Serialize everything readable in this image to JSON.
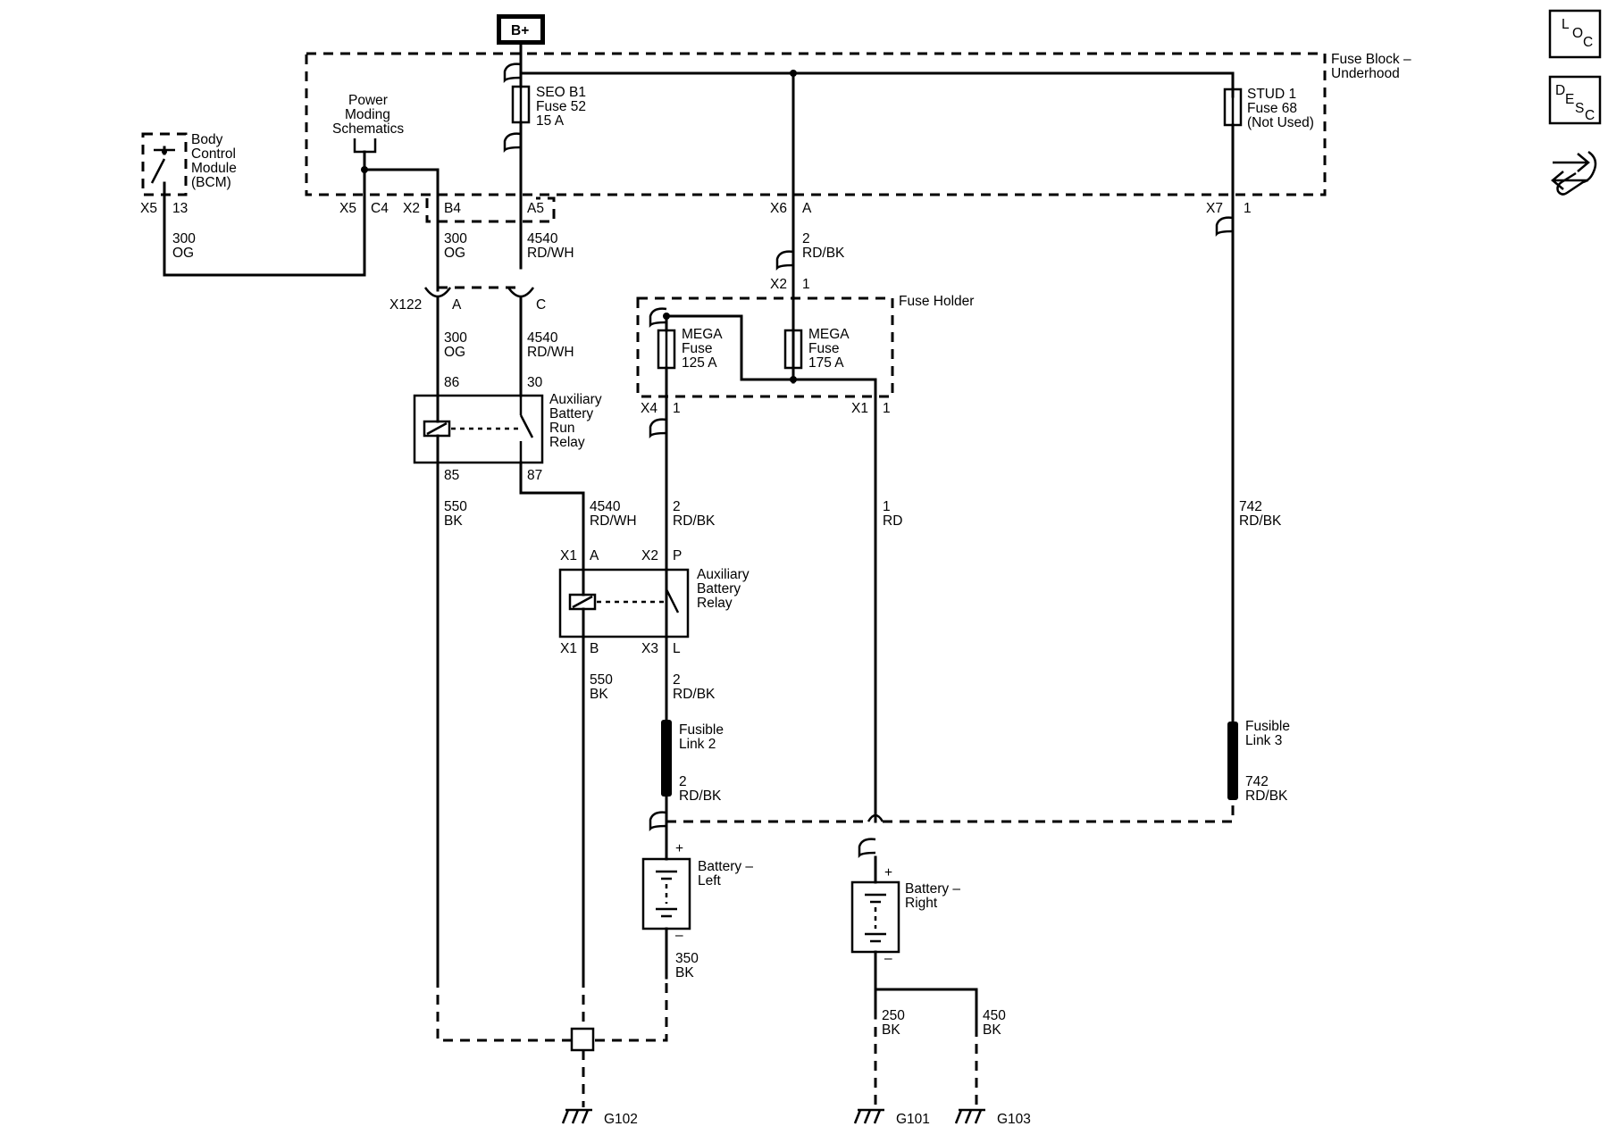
{
  "nav": {
    "loc": {
      "l": "L",
      "o": "O",
      "c": "C"
    },
    "desc": {
      "d": "D",
      "e": "E",
      "s": "S",
      "c": "C"
    },
    "nav_icon": "bidirectional-arrow-wrench-icon"
  },
  "power": {
    "bplus": "B+"
  },
  "fuse_block": {
    "label1": "Fuse Block –",
    "label2": "Underhood"
  },
  "fuse_holder": {
    "label": "Fuse Holder"
  },
  "fuses": {
    "seo": {
      "l1": "SEO B1",
      "l2": "Fuse 52",
      "l3": "15 A"
    },
    "stud": {
      "l1": "STUD 1",
      "l2": "Fuse 68",
      "l3": "(Not Used)"
    },
    "mega125": {
      "l1": "MEGA",
      "l2": "Fuse",
      "l3": "125 A"
    },
    "mega175": {
      "l1": "MEGA",
      "l2": "Fuse",
      "l3": "175 A"
    }
  },
  "bcm": {
    "l1": "Body",
    "l2": "Control",
    "l3": "Module",
    "l4": "(BCM)",
    "conn": "X5",
    "pin": "13"
  },
  "power_moding": {
    "l1": "Power",
    "l2": "Moding",
    "l3": "Schematics"
  },
  "connectors": {
    "x5": "X5",
    "c4": "C4",
    "x2": "X2",
    "b4": "B4",
    "a5": "A5",
    "x6": "X6",
    "x6pin": "A",
    "x7": "X7",
    "x7pin": "1",
    "x122": "X122",
    "x122a": "A",
    "x122c": "C",
    "x2h": "X2",
    "x2hpin": "1",
    "x4": "X4",
    "x4pin": "1",
    "x1h": "X1",
    "x1hpin": "1"
  },
  "wires": {
    "w300_bcm": {
      "num": "300",
      "color": "OG"
    },
    "w300_b4": {
      "num": "300",
      "color": "OG"
    },
    "w4540_a5": {
      "num": "4540",
      "color": "RD/WH"
    },
    "w2_x6": {
      "num": "2",
      "color": "RD/BK"
    },
    "w300_relay": {
      "num": "300",
      "color": "OG"
    },
    "w4540_relay": {
      "num": "4540",
      "color": "RD/WH"
    },
    "w550_85": {
      "num": "550",
      "color": "BK"
    },
    "w4540_87": {
      "num": "4540",
      "color": "RD/WH"
    },
    "w2_x4": {
      "num": "2",
      "color": "RD/BK"
    },
    "w1_rd": {
      "num": "1",
      "color": "RD"
    },
    "w742_top": {
      "num": "742",
      "color": "RD/BK"
    },
    "w550_b": {
      "num": "550",
      "color": "BK"
    },
    "w2_l": {
      "num": "2",
      "color": "RD/BK"
    },
    "w2_fl2": {
      "num": "2",
      "color": "RD/BK"
    },
    "w742_fl3": {
      "num": "742",
      "color": "RD/BK"
    },
    "w350": {
      "num": "350",
      "color": "BK"
    },
    "w250": {
      "num": "250",
      "color": "BK"
    },
    "w450": {
      "num": "450",
      "color": "BK"
    }
  },
  "run_relay": {
    "l1": "Auxiliary",
    "l2": "Battery",
    "l3": "Run",
    "l4": "Relay",
    "p86": "86",
    "p30": "30",
    "p85": "85",
    "p87": "87"
  },
  "aux_relay": {
    "l1": "Auxiliary",
    "l2": "Battery",
    "l3": "Relay",
    "x1a": "X1",
    "pa": "A",
    "x2p": "X2",
    "pp": "P",
    "x1b": "X1",
    "pb": "B",
    "x3l": "X3",
    "pl": "L"
  },
  "fusible": {
    "fl2_l1": "Fusible",
    "fl2_l2": "Link 2",
    "fl3_l1": "Fusible",
    "fl3_l2": "Link 3"
  },
  "batteries": {
    "left": {
      "l1": "Battery –",
      "l2": "Left",
      "plus": "+",
      "minus": "–"
    },
    "right": {
      "l1": "Battery –",
      "l2": "Right",
      "plus": "+",
      "minus": "–"
    }
  },
  "grounds": {
    "g102": "G102",
    "g101": "G101",
    "g103": "G103"
  }
}
